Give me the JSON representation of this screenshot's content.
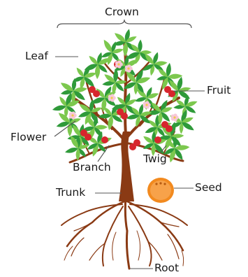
{
  "labels": {
    "crown": "Crown",
    "leaf": "Leaf",
    "fruit": "Fruit",
    "flower": "Flower",
    "branch": "Branch",
    "twig": "Twig",
    "trunk": "Trunk",
    "seed": "Seed",
    "root": "Root"
  },
  "colors": {
    "leaf_dark": "#2f9a3a",
    "leaf_light": "#7cc84e",
    "wood": "#8a3a14",
    "fruit": "#d7262d",
    "flower": "#f7c7d8",
    "seed": "#f28a1f",
    "label_line": "#555555"
  },
  "icons": [
    "tree-illustration",
    "seed-icon"
  ]
}
